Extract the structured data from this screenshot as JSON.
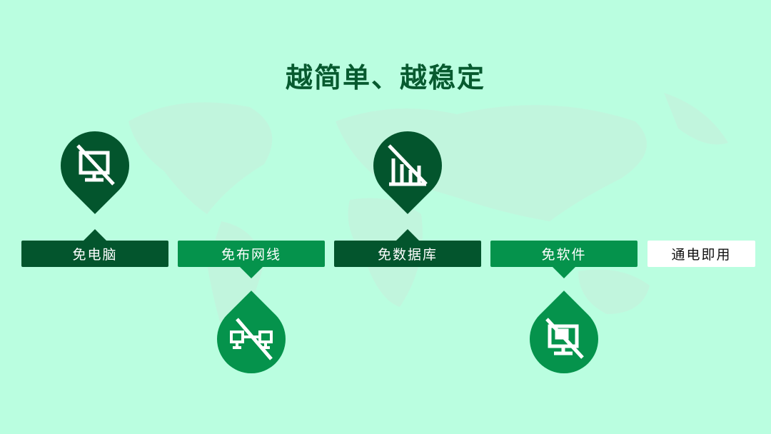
{
  "title": "越简单、越稳定",
  "items": [
    {
      "label": "免电脑",
      "icon": "no-computer-icon"
    },
    {
      "label": "免布网线",
      "icon": "no-network-cable-icon"
    },
    {
      "label": "免数据库",
      "icon": "no-database-icon"
    },
    {
      "label": "免软件",
      "icon": "no-software-icon"
    },
    {
      "label": "通电即用"
    }
  ],
  "colors": {
    "background": "#bafee0",
    "dark": "#03552d",
    "medium": "#05934c",
    "title": "#075a2f"
  }
}
